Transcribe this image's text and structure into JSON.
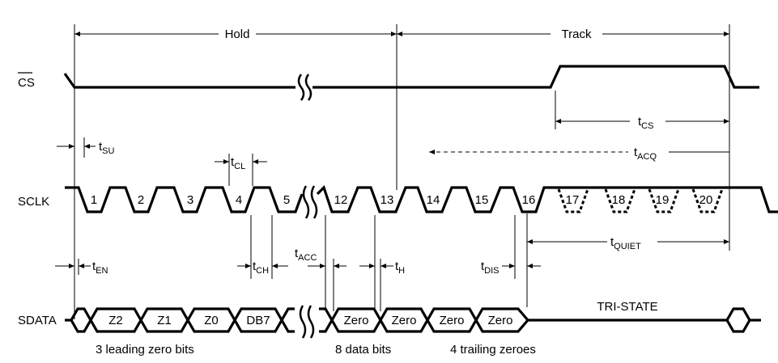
{
  "signals": {
    "cs": "CS",
    "sclk": "SCLK",
    "sdata": "SDATA"
  },
  "phases": {
    "hold": "Hold",
    "track": "Track"
  },
  "timing": {
    "su": {
      "main": "t",
      "sub": "SU"
    },
    "cl": {
      "main": "t",
      "sub": "CL"
    },
    "acq": {
      "main": "t",
      "sub": "ACQ"
    },
    "cs": {
      "main": "t",
      "sub": "CS"
    },
    "en": {
      "main": "t",
      "sub": "EN"
    },
    "ch": {
      "main": "t",
      "sub": "CH"
    },
    "acc": {
      "main": "t",
      "sub": "ACC"
    },
    "h": {
      "main": "t",
      "sub": "H"
    },
    "dis": {
      "main": "t",
      "sub": "DIS"
    },
    "quiet": {
      "main": "t",
      "sub": "QUIET"
    }
  },
  "clock_numbers": [
    "1",
    "2",
    "3",
    "4",
    "5",
    "12",
    "13",
    "14",
    "15",
    "16",
    "17",
    "18",
    "19",
    "20"
  ],
  "data_bits": [
    "Z2",
    "Z1",
    "Z0",
    "DB7",
    "Zero",
    "Zero",
    "Zero",
    "Zero"
  ],
  "tristate": "TRI-STATE",
  "captions": {
    "leading": "3 leading zero bits",
    "data": "8 data bits",
    "trailing": "4 trailing zeroes"
  }
}
